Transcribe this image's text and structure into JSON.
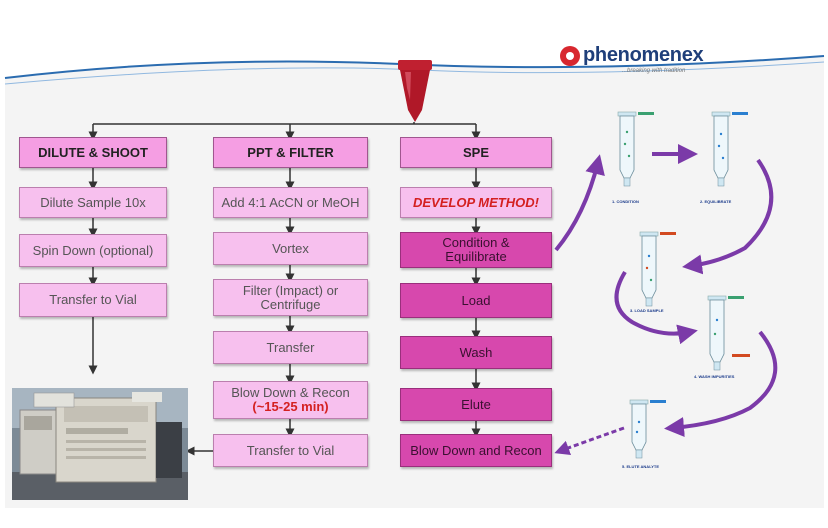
{
  "brand": {
    "name": "phenomenex",
    "tagline": "...breaking with tradition"
  },
  "colors": {
    "head_pink": "#f59ee3",
    "light_pink": "#f7c0ee",
    "magenta": "#d748ad",
    "purple_arrow": "#7b3aa8",
    "accent_red": "#d42020"
  },
  "columns": {
    "dilute": {
      "header": "DILUTE & SHOOT",
      "steps": [
        "Dilute Sample 10x",
        "Spin Down (optional)",
        "Transfer to Vial"
      ]
    },
    "ppt": {
      "header": "PPT & FILTER",
      "steps": [
        "Add 4:1 AcCN or MeOH",
        "Vortex",
        "Filter (Impact) or",
        "Centrifuge",
        "Transfer",
        "Blow Down & Recon",
        "(~15-25 min)",
        "Transfer to Vial"
      ]
    },
    "spe": {
      "header": "SPE",
      "develop": "DEVELOP METHOD!",
      "steps": [
        "Condition &",
        "Equilibrate",
        "Load",
        "Wash",
        "Elute",
        "Blow Down and Recon"
      ]
    }
  },
  "spe_diagram": {
    "icons": [
      "spe-cartridge-icon",
      "purple-curved-arrow-icon",
      "lc-ms-instrument-icon",
      "sample-tube-icon"
    ],
    "labels": [
      "1. CONDITION",
      "2. EQUILIBRATE",
      "3. LOAD SAMPLE",
      "4. WASH IMPURITIES",
      "5. ELUTE ANALYTE"
    ]
  }
}
